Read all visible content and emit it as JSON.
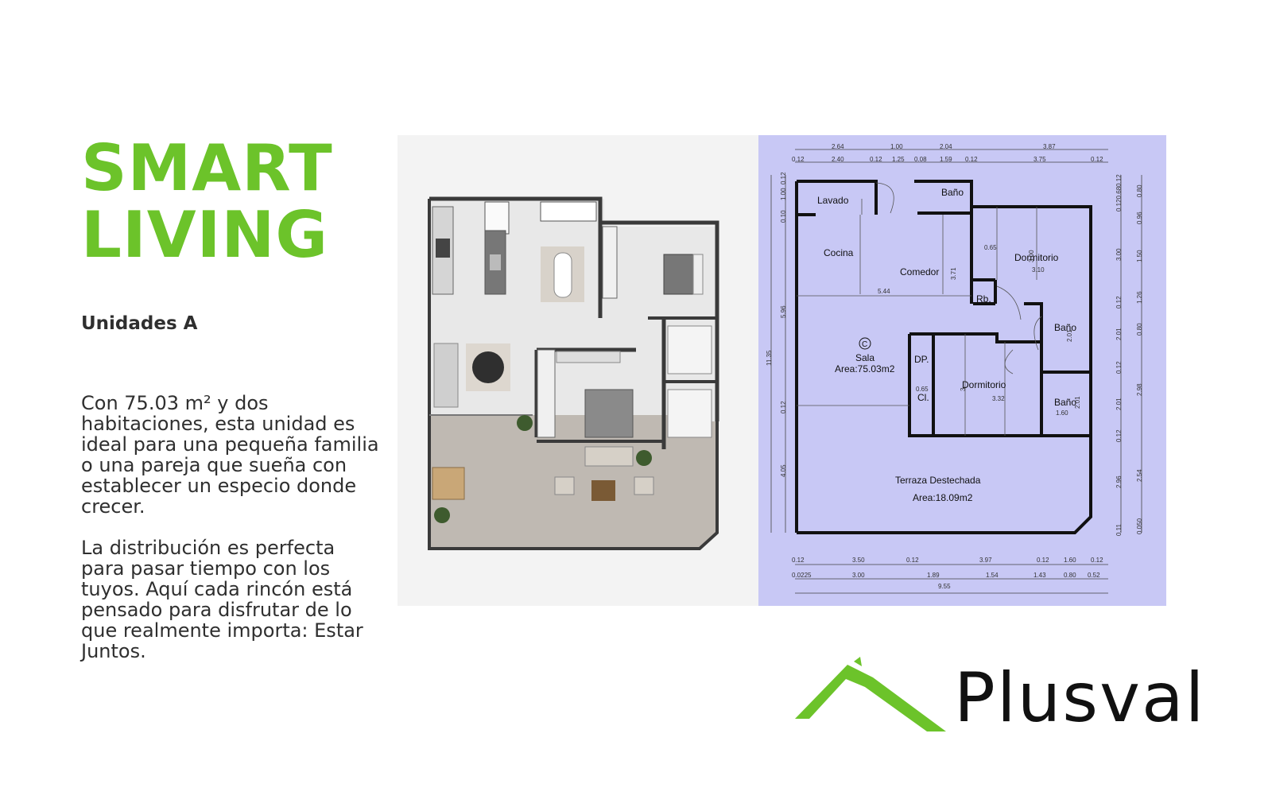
{
  "colors": {
    "brand_green": "#6cc32a",
    "tech_bg": "#c8c8f5",
    "plan_bg": "#f3f3f3"
  },
  "title": {
    "line1": "SMART",
    "line2": "LIVING"
  },
  "subtitle": "Unidades A",
  "description": {
    "p1": "Con 75.03 m² y dos habitaciones, esta unidad es ideal para una pequeña familia o una pareja que sueña con establecer un especio donde crecer.",
    "p2": "La distribución es perfecta para pasar tiempo con los tuyos. Aquí cada rincón está pensado para disfrutar de lo que realmente importa: Estar Juntos."
  },
  "floorplan": {
    "rooms": {
      "lavado": "Lavado",
      "bano_top": "Baño",
      "cocina": "Cocina",
      "comedor": "Comedor",
      "dormitorio_top": "Dormitorio",
      "rb": "Rb.",
      "bano_mid": "Baño",
      "c_mark": "C",
      "sala": "Sala",
      "sala_area": "Area:75.03m2",
      "dp": "DP.",
      "cl": "Cl.",
      "dormitorio_bottom": "Dormitorio",
      "bano_bottom": "Baño",
      "terraza": "Terraza Destechada",
      "terraza_area": "Area:18.09m2"
    },
    "dims_top_row1": [
      "2.64",
      "1.00",
      "2.04",
      "3.87"
    ],
    "dims_top_row2": [
      "0.12",
      "2.40",
      "0.12",
      "1.25",
      "0.08",
      "1.59",
      "0.12",
      "3.75",
      "0.12"
    ],
    "dims_bottom_row1": [
      "0.12",
      "3.50",
      "0.12",
      "3.97",
      "0.12",
      "1.60",
      "0.12"
    ],
    "dims_bottom_row2": [
      "0.0225",
      "3.00",
      "1.89",
      "1.54",
      "1.43",
      "0.80",
      "0.52"
    ],
    "dims_bottom_total": "9.55",
    "dims_left": [
      "0.10",
      "1.00",
      "0.12",
      "5.96",
      "11.35",
      "0.12",
      "4.05"
    ],
    "dims_right_row1": [
      "0.120.680.12",
      "3.00",
      "0.12",
      "2.01",
      "0.12",
      "2.01",
      "0.12",
      "2.96",
      "0.11"
    ],
    "dims_right_row2": [
      "0.80",
      "0.96",
      "1.50",
      "1.26",
      "0.80",
      "2.98",
      "2.54",
      "0.050"
    ],
    "dims_inner": {
      "d065a": "0.65",
      "d300": "3.00",
      "d310": "3.10",
      "d544": "5.44",
      "d371": "3.71",
      "d065b": "0.65",
      "d332": "3.32",
      "d201": "2.01",
      "d160": "1.60",
      "d201b": "2.01",
      "d3x": "3."
    }
  },
  "logo": {
    "text": "Plusval"
  }
}
